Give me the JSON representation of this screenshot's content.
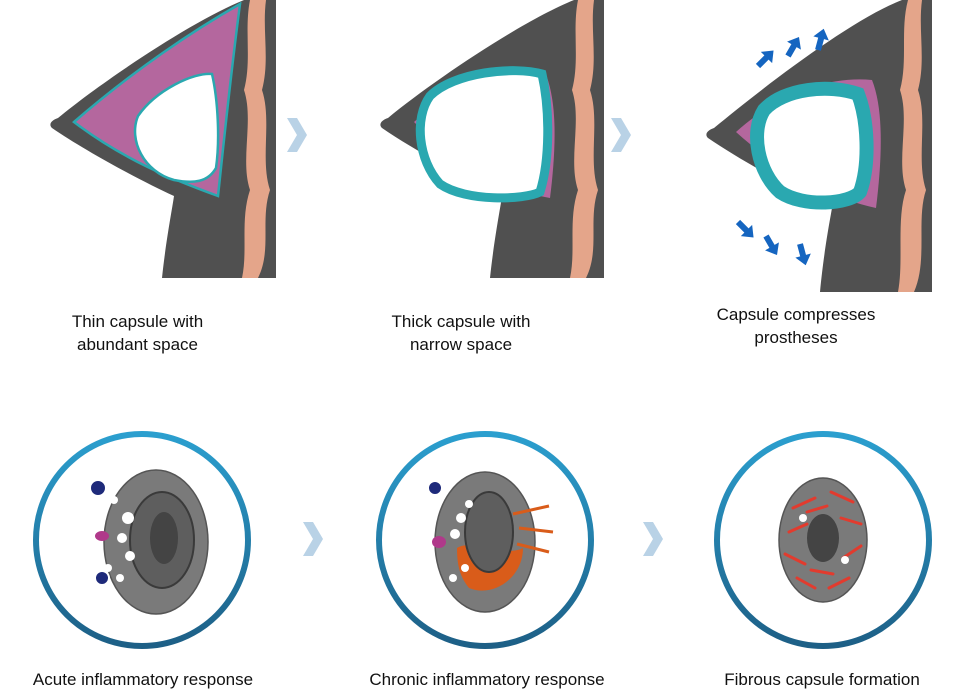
{
  "top_row": [
    {
      "caption": "Thin capsule with\nabundant space"
    },
    {
      "caption": "Thick capsule with\nnarrow space"
    },
    {
      "caption": "Capsule compresses\nprostheses"
    }
  ],
  "bottom_row": [
    {
      "caption": "Acute inflammatory response"
    },
    {
      "caption": "Chronic inflammatory response"
    },
    {
      "caption": "Fibrous capsule formation"
    }
  ],
  "colors": {
    "body": "#505050",
    "skin_edge": "#2a2a2a",
    "muscle": "#e4a58a",
    "tissue": "#b4679e",
    "capsule": "#2aa8b0",
    "implant": "#ffffff",
    "arrow": "#b9d2e6",
    "pressure_arrow": "#1565c0",
    "ring_outer": "#1d5f86",
    "ring_inner": "#2b9fcf",
    "cell": "#7a7a7a",
    "fibers": "#e23b2e",
    "chronic_cells": "#d95c1a"
  }
}
